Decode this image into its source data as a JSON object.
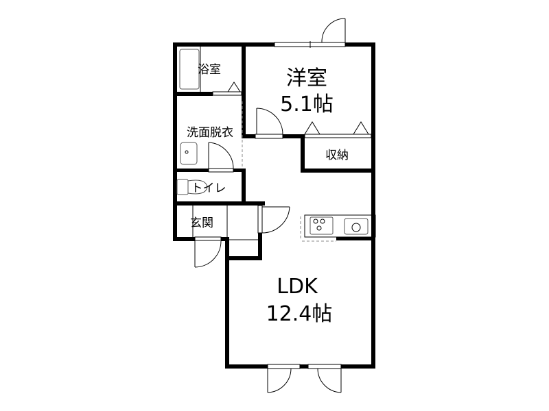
{
  "floor_plan": {
    "rooms": [
      {
        "id": "bath",
        "name": "浴室"
      },
      {
        "id": "western_room",
        "name": "洋室",
        "size": "5.1帖"
      },
      {
        "id": "washroom",
        "name": "洗面脱衣"
      },
      {
        "id": "storage",
        "name": "収納"
      },
      {
        "id": "toilet",
        "name": "トイレ"
      },
      {
        "id": "entrance",
        "name": "玄関"
      },
      {
        "id": "ldk",
        "name": "LDK",
        "size": "12.4帖"
      }
    ],
    "colors": {
      "wall": "#000000",
      "background": "#ffffff"
    }
  }
}
